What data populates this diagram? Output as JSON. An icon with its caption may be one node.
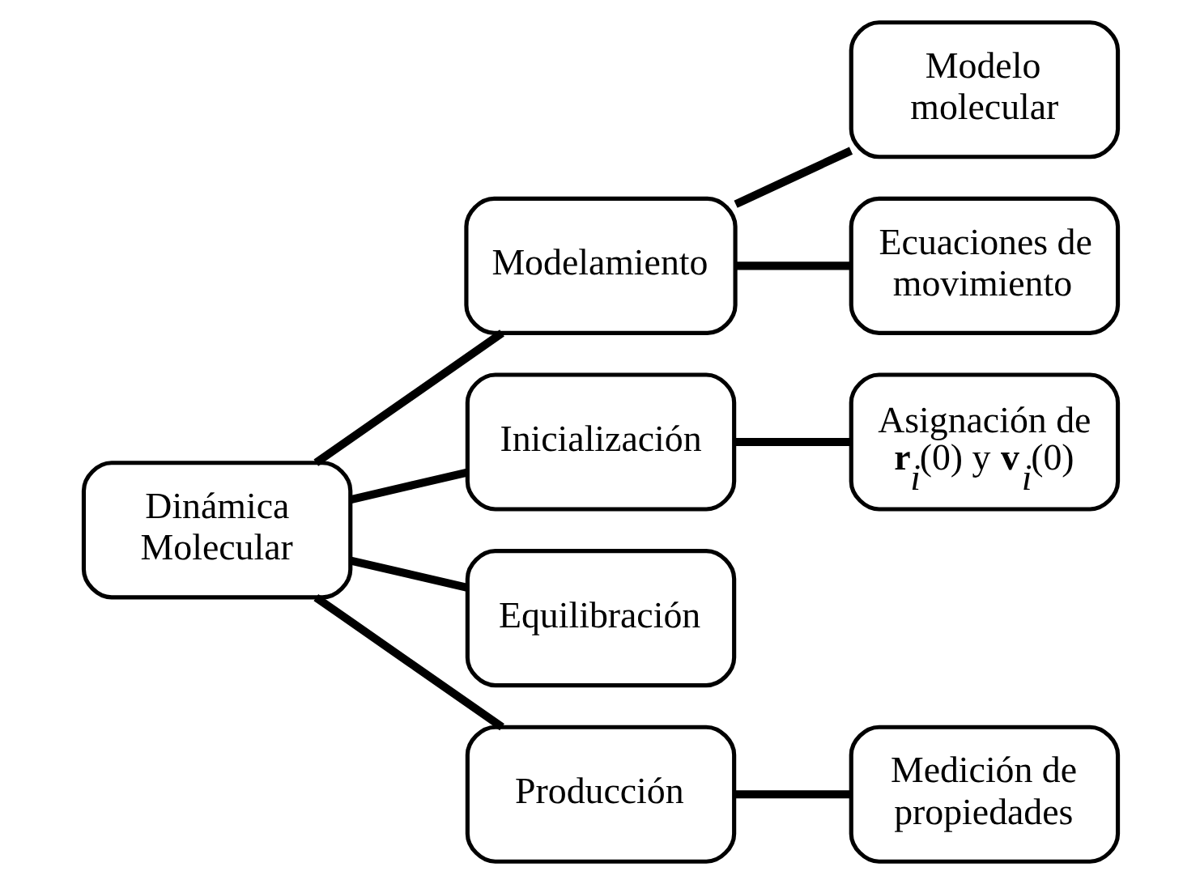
{
  "diagram": {
    "nodes": [
      {
        "text": [
          "Dinámica Molecular"
        ]
      },
      {
        "text": [
          "Modelamiento"
        ]
      },
      {
        "text": [
          "Modelo molecular"
        ]
      },
      {
        "text": [
          "Ecuaciones de movimiento"
        ]
      },
      {
        "text": [
          "Inicialización"
        ]
      },
      {
        "text": [
          "Asignación de **r**$_{i}$(0) y **v**$_{i}$(0)"
        ]
      },
      {
        "text": [
          "Equilibración"
        ]
      },
      {
        "text": [
          "Producción"
        ]
      },
      {
        "text": [
          "Medición de propiedades"
        ]
      }
    ],
    "edges": [
      {
        "from": 0,
        "to": 1,
        "arrow": "none"
      },
      {
        "from": 0,
        "to": 4,
        "arrow": "none"
      },
      {
        "from": 0,
        "to": 6,
        "arrow": "none"
      },
      {
        "from": 0,
        "to": 7,
        "arrow": "none"
      },
      {
        "from": 1,
        "to": 2,
        "arrow": "none"
      },
      {
        "from": 1,
        "to": 3,
        "arrow": "none"
      },
      {
        "from": 4,
        "to": 5,
        "arrow": "none"
      },
      {
        "from": 7,
        "to": 8,
        "arrow": "none"
      }
    ]
  }
}
